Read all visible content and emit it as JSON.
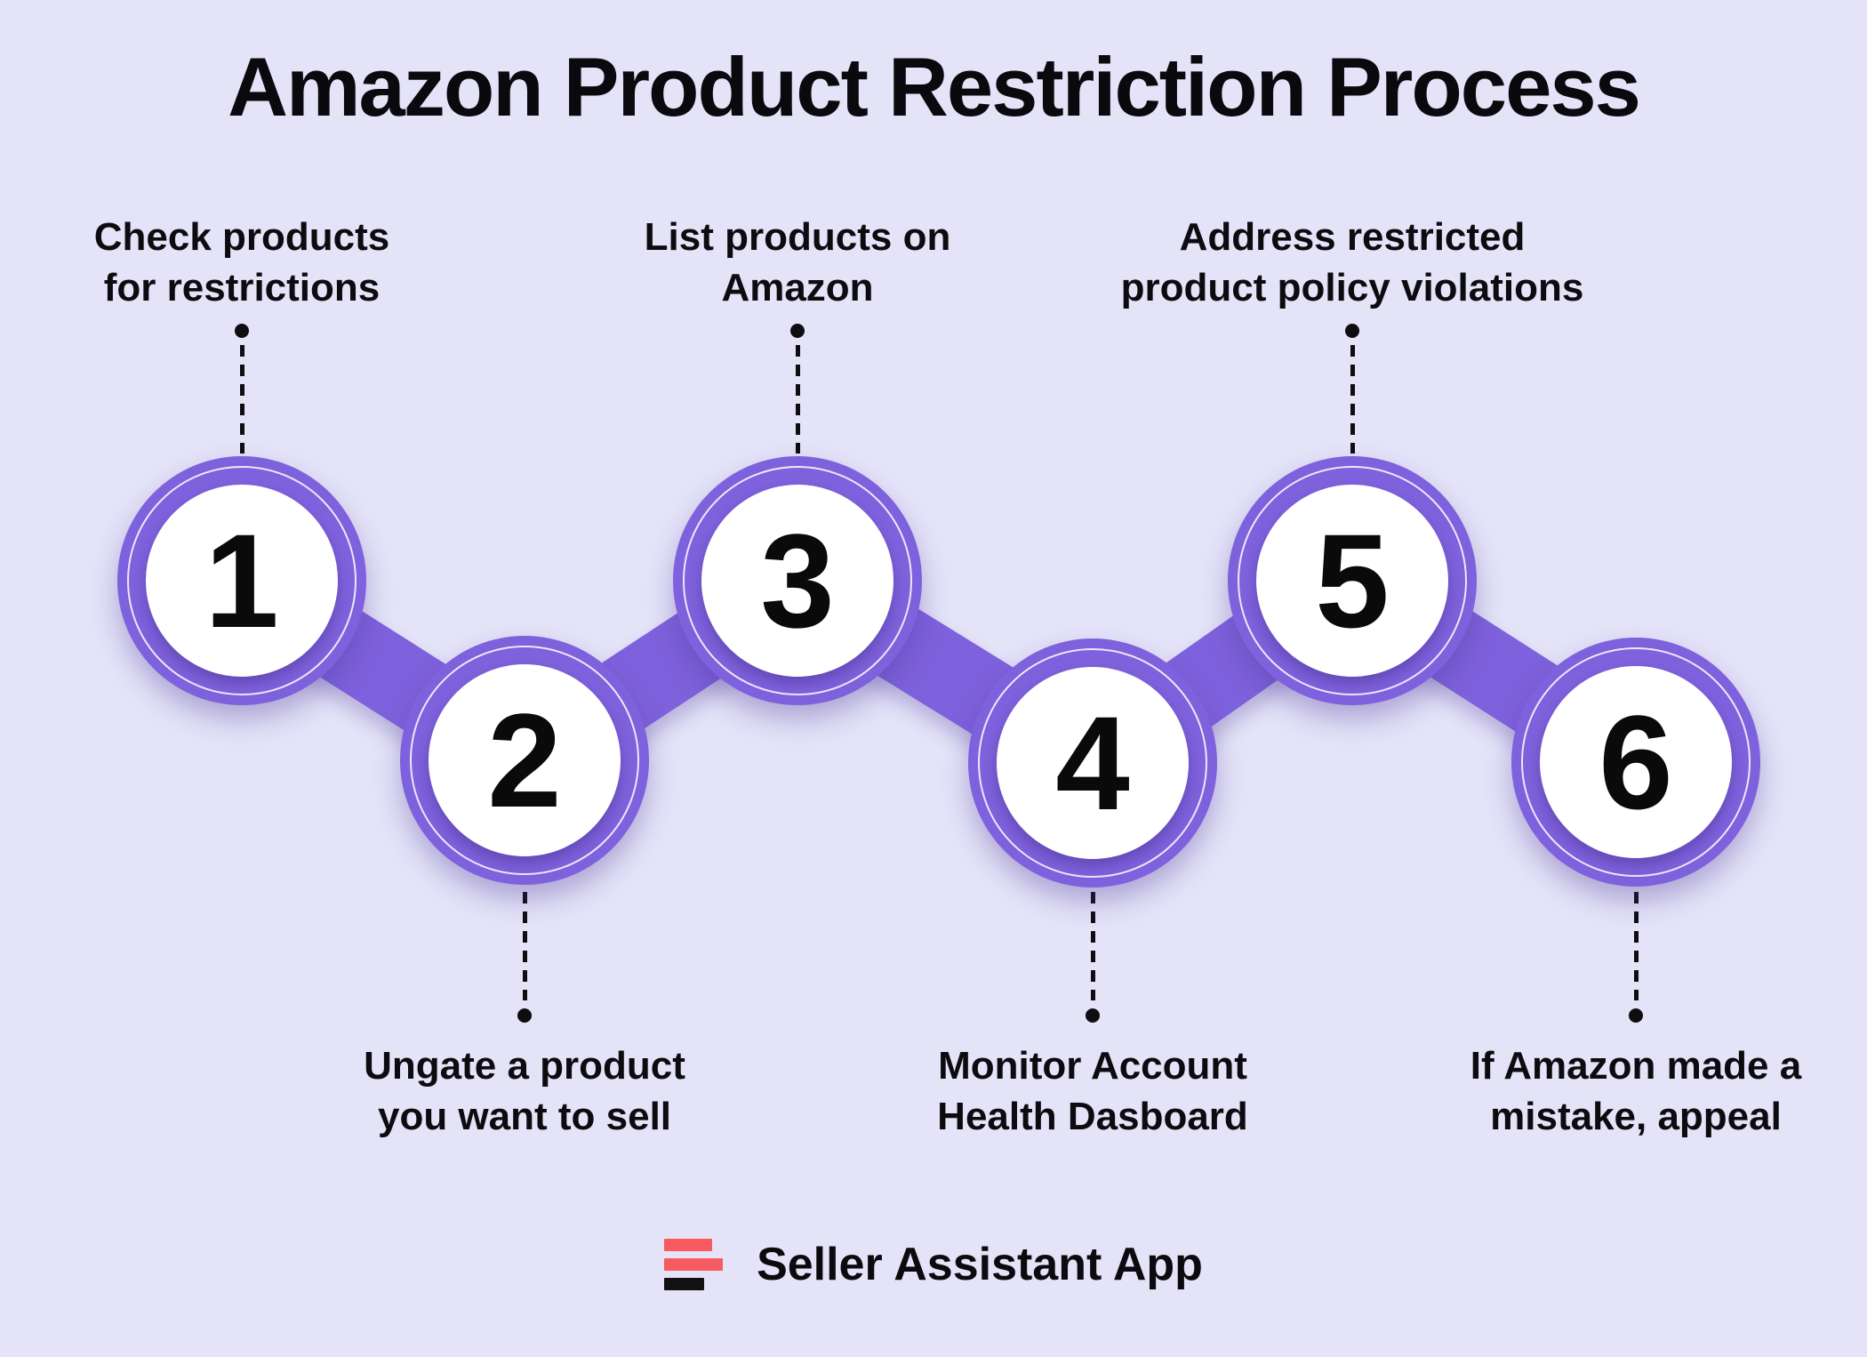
{
  "title": "Amazon Product Restriction Process",
  "steps": [
    {
      "number": "1",
      "label": "Check products\nfor restrictions",
      "label_position": "top"
    },
    {
      "number": "2",
      "label": "Ungate a product\nyou want to sell",
      "label_position": "bottom"
    },
    {
      "number": "3",
      "label": "List products on\nAmazon",
      "label_position": "top"
    },
    {
      "number": "4",
      "label": "Monitor Account\nHealth Dasboard",
      "label_position": "bottom"
    },
    {
      "number": "5",
      "label": "Address restricted\nproduct policy violations",
      "label_position": "top"
    },
    {
      "number": "6",
      "label": "If Amazon made a\nmistake, appeal",
      "label_position": "bottom"
    }
  ],
  "footer": {
    "brand": "Seller Assistant App",
    "logo_icon": "three-bars-logo"
  },
  "colors": {
    "background": "#E4E3F8",
    "accent_purple": "#7E61DC",
    "circle_fill": "#FFFFFF",
    "text": "#0C0C10",
    "logo_red": "#F85B5F",
    "logo_black": "#111111"
  }
}
